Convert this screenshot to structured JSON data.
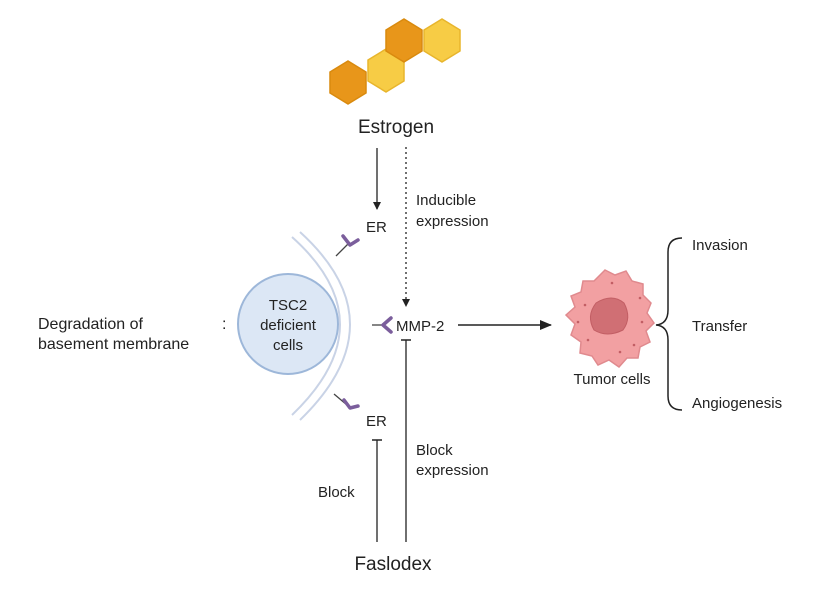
{
  "diagram": {
    "nodes": {
      "estrogen": "Estrogen",
      "er_top": "ER",
      "er_bottom": "ER",
      "mmp2": "MMP-2",
      "cell_line1": "TSC2",
      "cell_line2": "deficient",
      "cell_line3": "cells",
      "tumor": "Tumor cells",
      "faslodex": "Faslodex"
    },
    "edges": {
      "inducible_line1": "Inducible",
      "inducible_line2": "expression",
      "block": "Block",
      "block_expr_line1": "Block",
      "block_expr_line2": "expression"
    },
    "outcomes": [
      "Invasion",
      "Transfer",
      "Angiogenesis"
    ],
    "side_label": {
      "line1": "Degradation of",
      "line2": "basement membrane",
      "colon": ":"
    },
    "colors": {
      "hex_orange": "#E8961A",
      "hex_yellow": "#F7CC45",
      "receptor": "#7B5E9C",
      "membrane": "#C9D3E6",
      "cell_fill": "#DCE7F5",
      "cell_stroke": "#9DB7D9",
      "tumor_fill": "#F2A0A2",
      "tumor_nucleus": "#D06F74"
    }
  }
}
